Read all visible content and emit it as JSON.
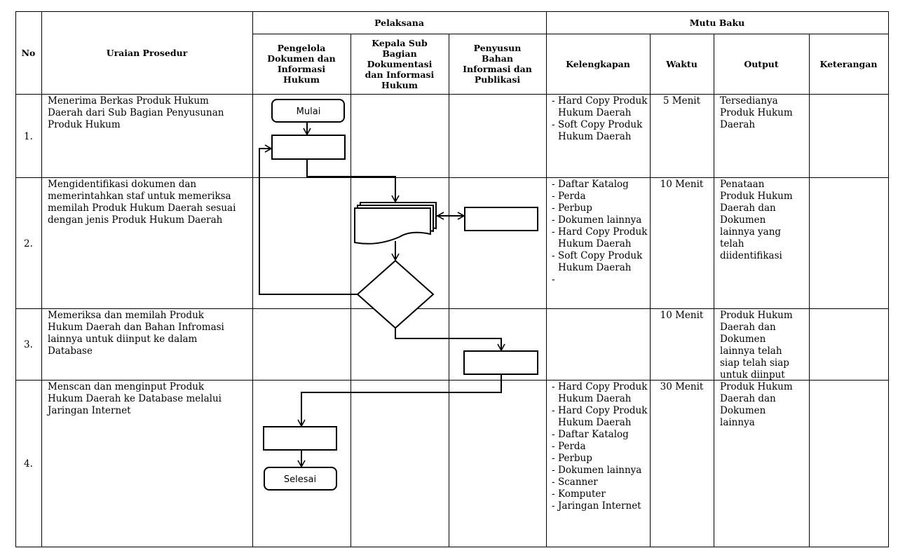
{
  "header": {
    "no": "No",
    "uraian": "Uraian Prosedur",
    "pelaksana": "Pelaksana",
    "mutu_baku": "Mutu Baku",
    "pengelola": "Pengelola\nDokumen dan\nInformasi\nHukum",
    "kepala": "Kepala Sub\nBagian\nDokumentasi\ndan Informasi\nHukum",
    "penyusun": "Penyusun\nBahan\nInformasi dan\nPublikasi",
    "kelengkapan": "Kelengkapan",
    "waktu": "Waktu",
    "output": "Output",
    "keterangan": "Keterangan"
  },
  "rows": [
    {
      "no": "1.",
      "uraian": "Menerima Berkas Produk Hukum\nDaerah dari Sub Bagian Penyusunan\nProduk Hukum",
      "kelengkapan": [
        "Hard Copy Produk Hukum Daerah",
        "Soft Copy Produk Hukum Daerah"
      ],
      "waktu": "5 Menit",
      "output": "Tersedianya\nProduk Hukum\nDaerah"
    },
    {
      "no": "2.",
      "uraian": "Mengidentifikasi dokumen dan\nmemerintahkan staf untuk memeriksa\nmemilah Produk Hukum Daerah sesuai\ndengan jenis Produk Hukum Daerah",
      "kelengkapan": [
        "Daftar Katalog",
        "Perda",
        "Perbup",
        "Dokumen lainnya",
        "Hard Copy Produk Hukum Daerah",
        "Soft Copy Produk Hukum Daerah",
        ""
      ],
      "waktu": "10 Menit",
      "output": "Penataan\nProduk Hukum\nDaerah dan\nDokumen\nlainnya yang\ntelah\ndiidentifikasi"
    },
    {
      "no": "3.",
      "uraian": "Memeriksa dan memilah Produk\nHukum Daerah dan Bahan Infromasi\nlainnya untuk diinput ke dalam\nDatabase",
      "kelengkapan": [],
      "waktu": "10 Menit",
      "output": "Produk Hukum\nDaerah dan\nDokumen\nlainnya telah\nsiap telah siap\nuntuk diinput"
    },
    {
      "no": "4.",
      "uraian": "Menscan dan menginput Produk\nHukum Daerah ke Database melalui\nJaringan Internet",
      "kelengkapan": [
        "Hard Copy Produk Hukum Daerah",
        "Hard Copy Produk Hukum Daerah",
        "Daftar Katalog",
        "Perda",
        "Perbup",
        "Dokumen lainnya",
        "Scanner",
        "Komputer",
        "Jaringan Internet"
      ],
      "waktu": "30 Menit",
      "output": "Produk Hukum\nDaerah dan\nDokumen\nlainnya"
    }
  ],
  "flowchart": {
    "start_label": "Mulai",
    "end_label": "Selesai"
  }
}
